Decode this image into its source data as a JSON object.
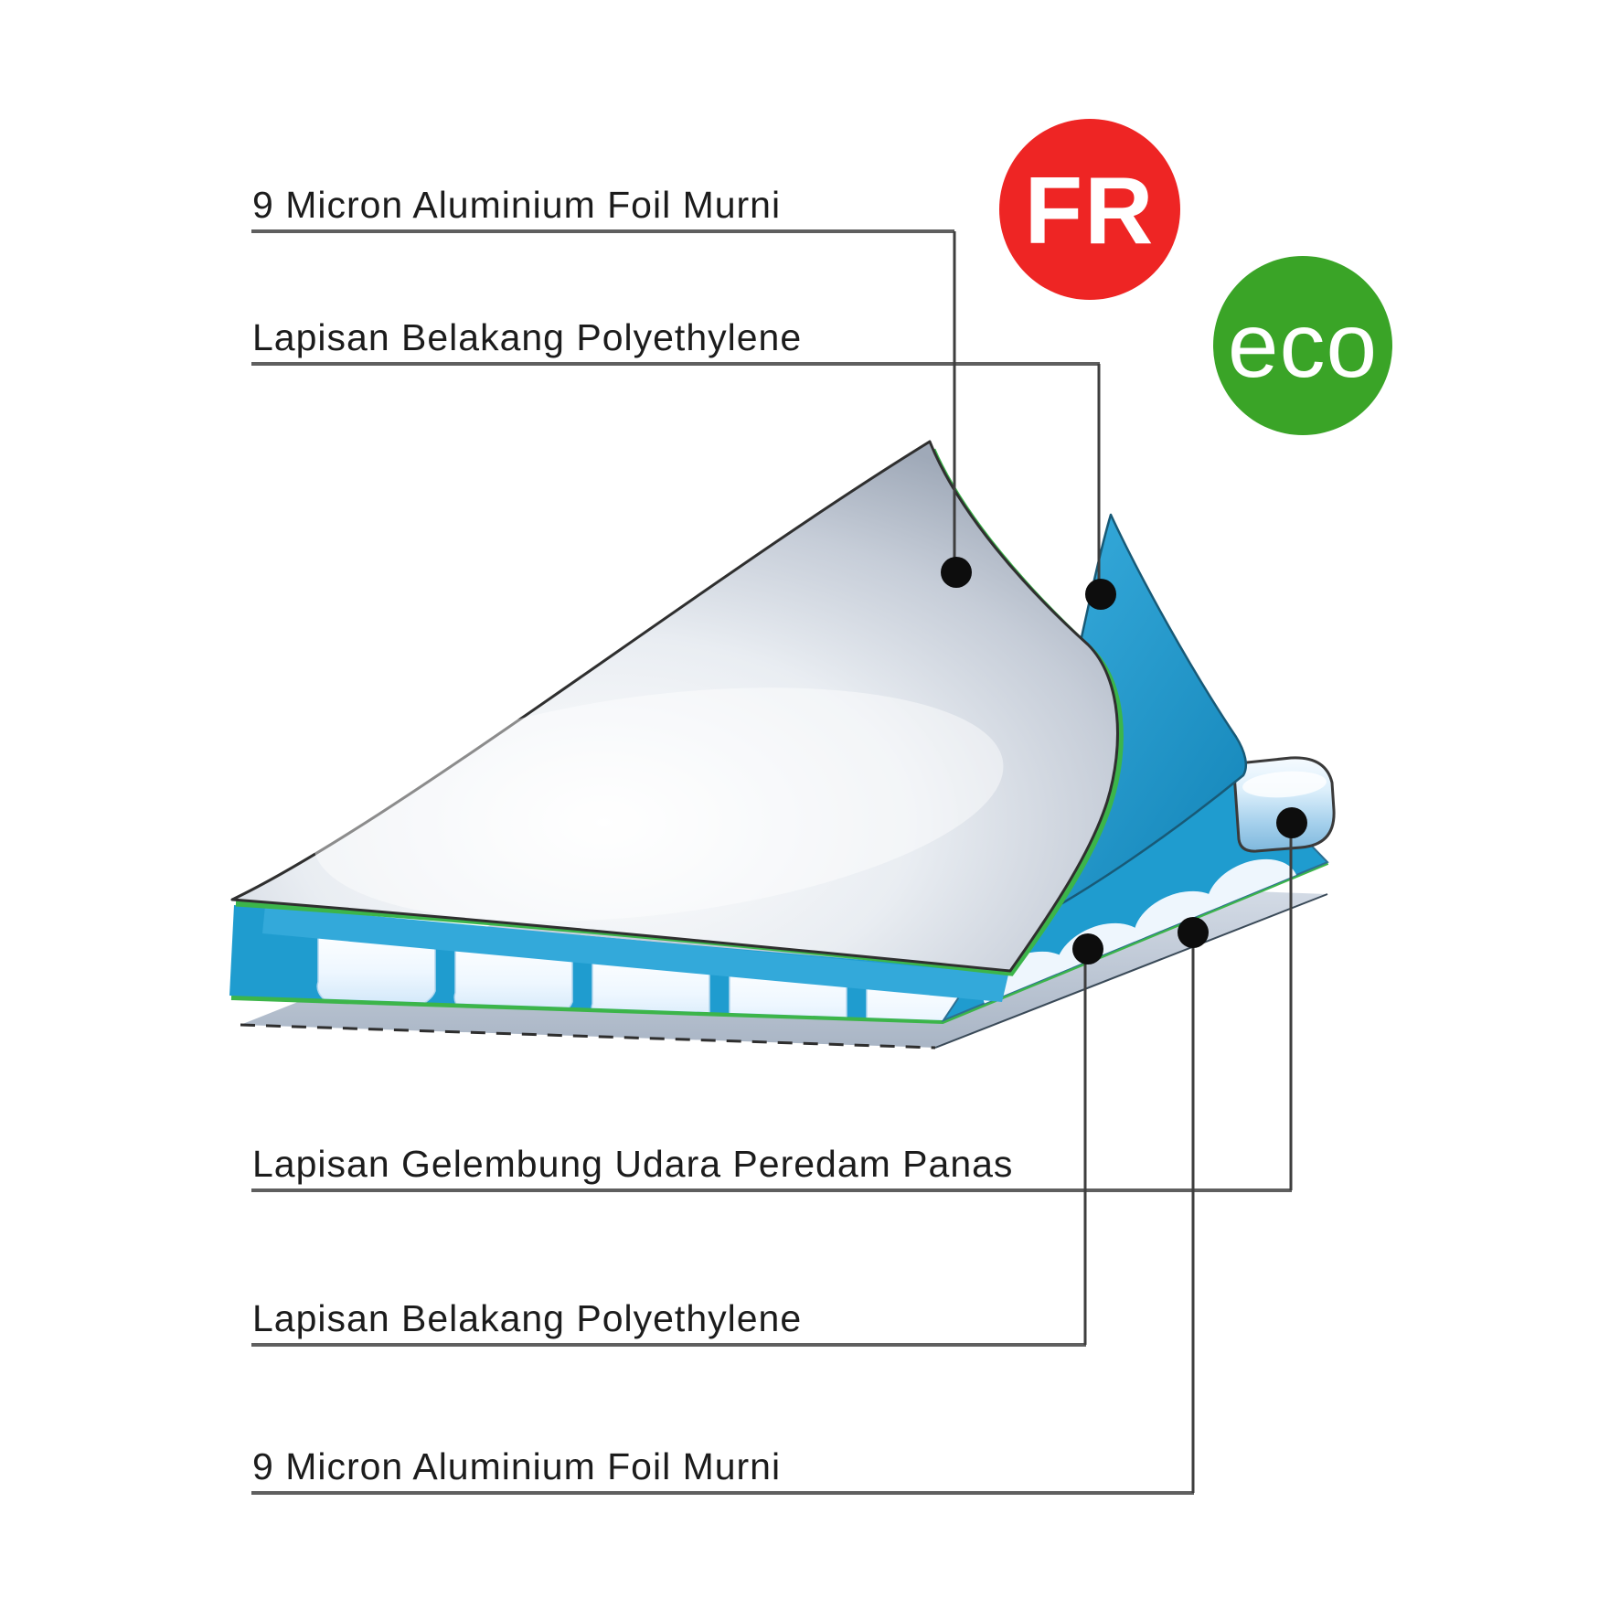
{
  "diagram": {
    "callouts": {
      "top_foil": "9 Micron Aluminium Foil Murni",
      "top_pe": "Lapisan Belakang Polyethylene",
      "bubble": "Lapisan Gelembung Udara Peredam Panas",
      "bottom_pe": "Lapisan Belakang Polyethylene",
      "bottom_foil": "9 Micron Aluminium Foil Murni"
    }
  },
  "badges": {
    "fr": {
      "label": "FR",
      "color": "#ee2524",
      "text_color": "#ffffff"
    },
    "eco": {
      "label": "eco",
      "color": "#3aa427",
      "text_color": "#ffffff"
    }
  },
  "colors": {
    "background": "#ffffff",
    "label_text": "#1c1c1c",
    "underline": "#5f5f5f",
    "leader_line": "#3e3e3e",
    "dot": "#0d0d0d",
    "blue_film": "#1f9ccf",
    "blue_film_light": "#33a9da",
    "green_edge": "#3cb54a",
    "scallop_white": "#eef6fd"
  }
}
